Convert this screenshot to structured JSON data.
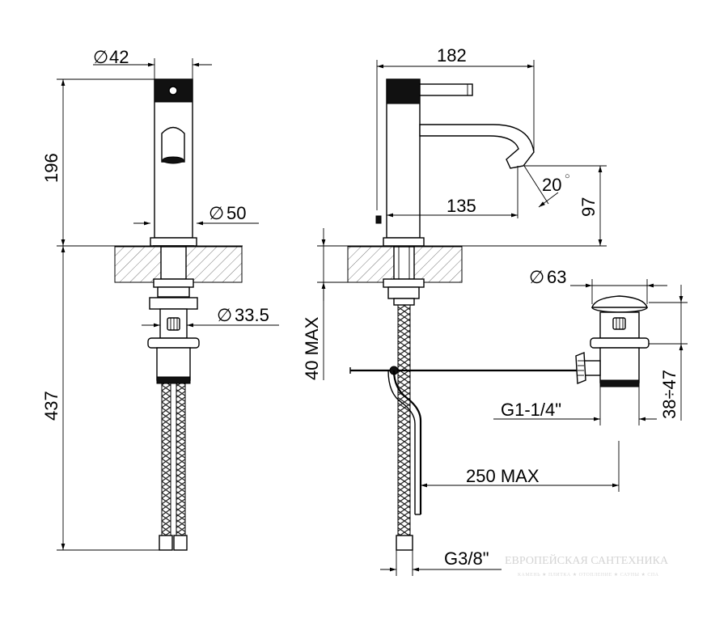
{
  "dimensions": {
    "top_diameter": "42",
    "body_height": "196",
    "base_diameter": "50",
    "shank_diameter": "33.5",
    "hose_length": "437",
    "overall_depth": "182",
    "spout_reach": "135",
    "spout_height": "97",
    "spout_angle": "20",
    "max_deck_thickness": "40 MAX",
    "waste_diameter": "63",
    "waste_thread": "G1-1/4\"",
    "waste_height_range": "38÷47",
    "max_rod_length": "250 MAX",
    "hose_thread": "G3/8\""
  },
  "symbols": {
    "diameter": "∅",
    "degree": "○"
  },
  "watermark": {
    "title": "ЕВРОПЕЙСКАЯ САНТЕХНИКА",
    "tagline": "КАМЕНЬ ★ ПЛИТКА ★ ОТОПЛЕНИЕ ★ САУНЫ ★ СПА"
  }
}
